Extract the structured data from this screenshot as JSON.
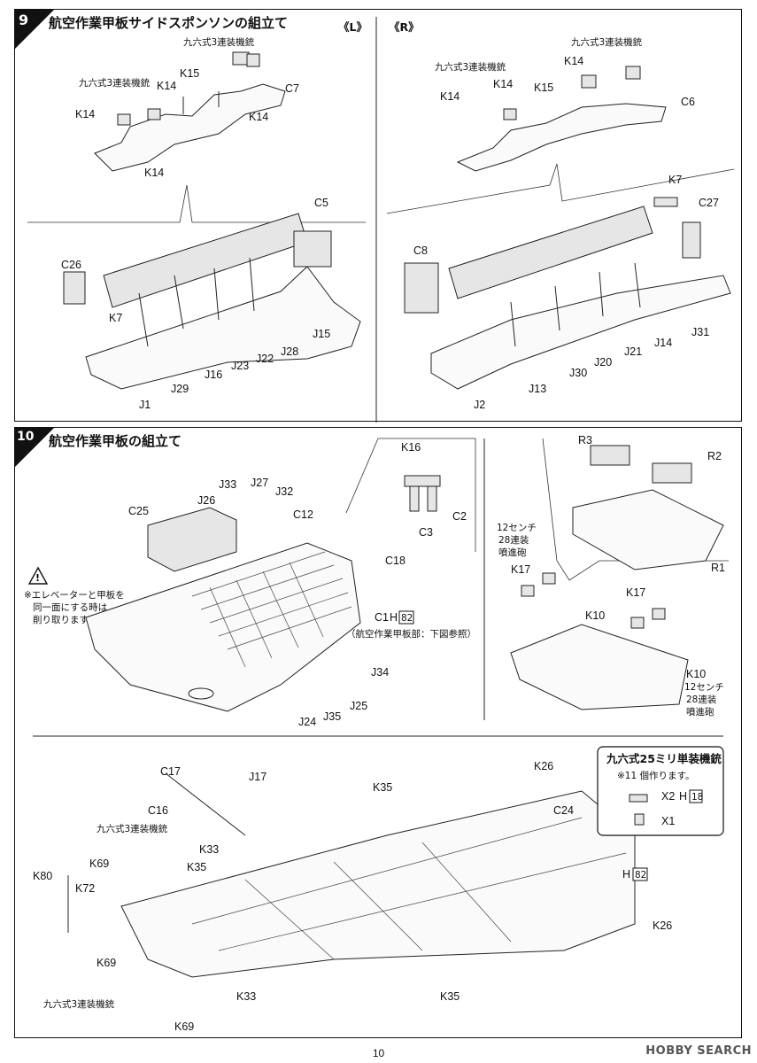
{
  "step9": {
    "number": "9",
    "title": "航空作業甲板サイドスポンソンの組立て",
    "left_label": "《L》",
    "right_label": "《R》",
    "triple_mg": "九六式3連装機銃",
    "parts_left": [
      "K14",
      "K15",
      "C7",
      "C5",
      "C26",
      "K7",
      "J1",
      "J29",
      "J16",
      "J23",
      "J22",
      "J28",
      "J15"
    ],
    "parts_right": [
      "K14",
      "K15",
      "C6",
      "K7",
      "C27",
      "C8",
      "J2",
      "J13",
      "J30",
      "J20",
      "J21",
      "J14",
      "J31"
    ]
  },
  "step10": {
    "number": "10",
    "title": "航空作業甲板の組立て",
    "warning_text_1": "※エレベーターと甲板を",
    "warning_text_2": "同一面にする時は",
    "warning_text_3": "削り取ります。",
    "deck_note": "（航空作業甲板部：下図参照）",
    "launcher_label_1": "12センチ",
    "launcher_label_2": "28連装",
    "launcher_label_3": "噴進砲",
    "single_mg_title": "九六式25ミリ単装機銃",
    "single_mg_note": "※11 個作ります。",
    "parts": [
      "C25",
      "J26",
      "J33",
      "J27",
      "J32",
      "C12",
      "C18",
      "K16",
      "C2",
      "C3",
      "C1",
      "H",
      "82",
      "J34",
      "J25",
      "J35",
      "J24",
      "R3",
      "R2",
      "R1",
      "K17",
      "K10"
    ],
    "lower_parts": [
      "C17",
      "J17",
      "C16",
      "K33",
      "K35",
      "K26",
      "C24",
      "X2",
      "X1",
      "18",
      "K69",
      "K72",
      "K80",
      "K33",
      "K35",
      "K69"
    ]
  },
  "page_number": "10",
  "watermark": "HOBBY SEARCH"
}
